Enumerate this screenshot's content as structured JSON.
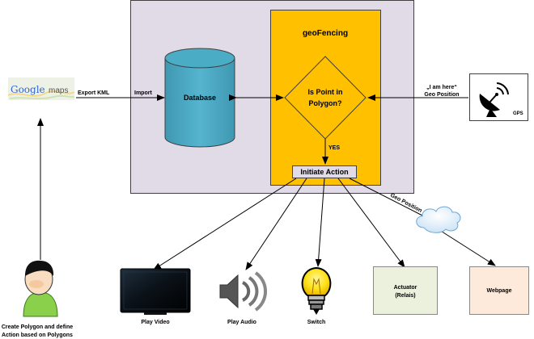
{
  "nodes": {
    "google_maps": {
      "word1": "Google",
      "word2": "maps"
    },
    "database": {
      "label": "Database"
    },
    "geofencing": {
      "title": "geoFencing",
      "decision_line1": "Is Point in",
      "decision_line2": "Polygon?",
      "yes": "YES",
      "action": "Initiate Action"
    },
    "gps": {
      "label": "GPS"
    },
    "user": {
      "line1": "Create Polygon and define",
      "line2": "Action based on Polygons"
    },
    "outputs": {
      "video": "Play Video",
      "audio": "Play Audio",
      "switch": "Switch",
      "actuator_line1": "Actuator",
      "actuator_line2": "(Relais)",
      "webpage": "Webpage"
    }
  },
  "edges": {
    "export_kml": "Export KML",
    "import": "Import",
    "iamhere_line1": "„I am here“",
    "iamhere_line2": "Geo Position",
    "geo_position": "Geo Position"
  },
  "colors": {
    "container_fill": "#e1dbe8",
    "geofencing_fill": "#ffc000",
    "database_fill": "#4bacc6",
    "box_fill": "#ffffcc",
    "actuator_fill": "#ebf1dd",
    "webpage_fill": "#fdeada"
  }
}
